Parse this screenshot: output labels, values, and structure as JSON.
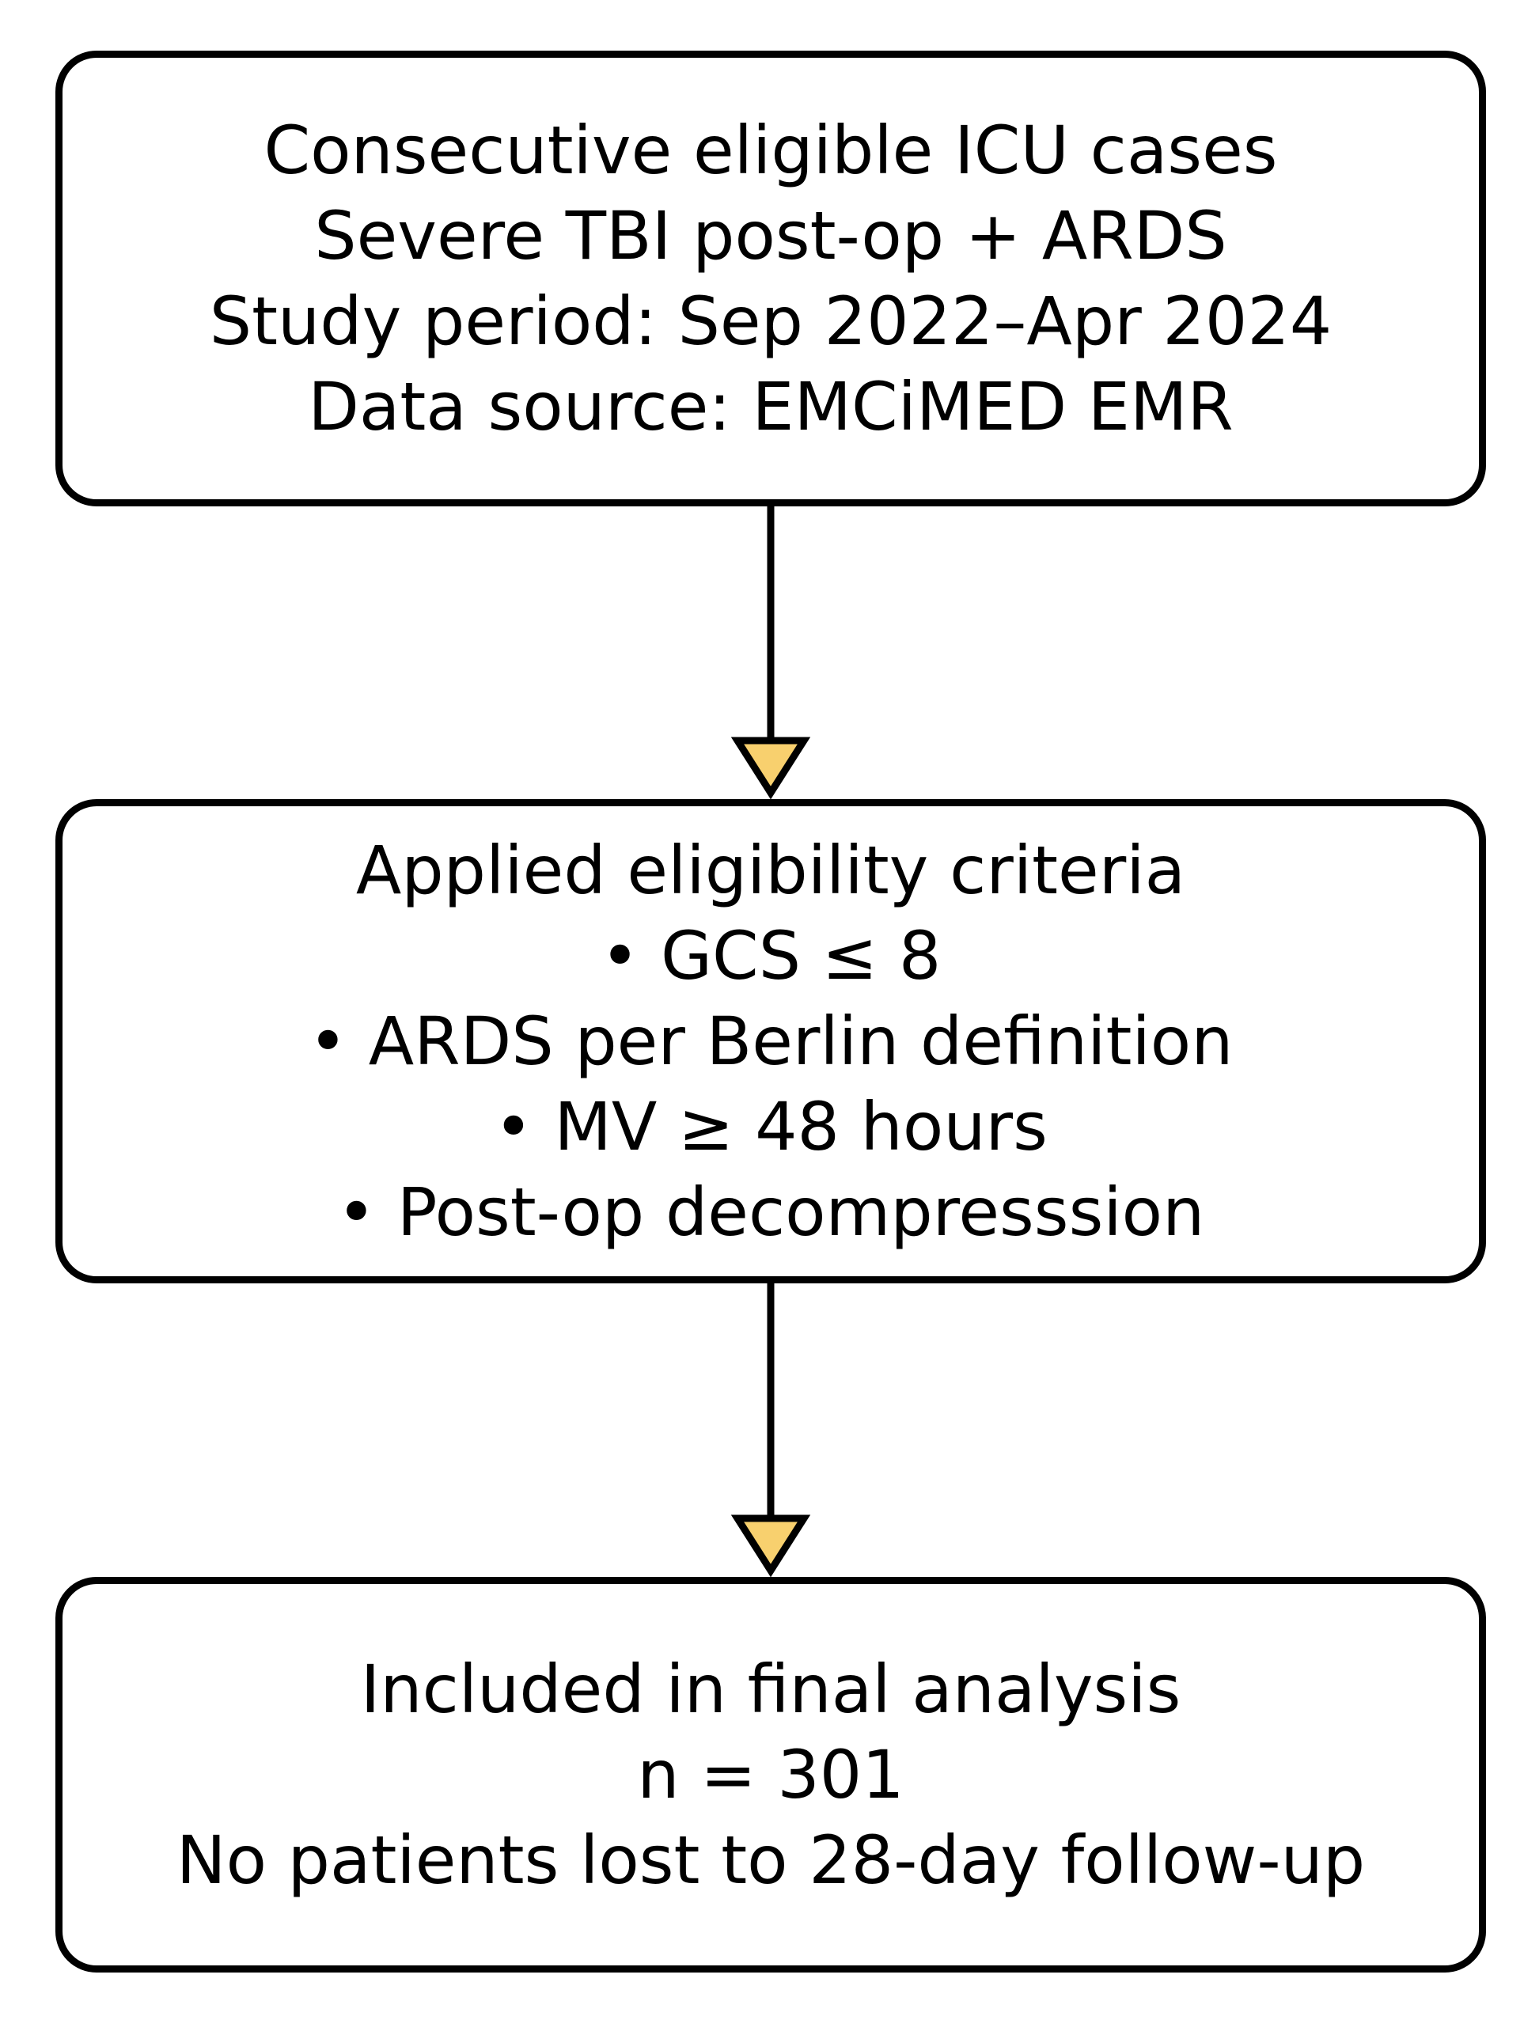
{
  "figure": {
    "background_color": "#FFFFFF",
    "box_border_color": "#000000",
    "text_color": "#000000",
    "arrow_line_color": "#000000",
    "arrowhead_fill": "#F8D06E",
    "boxes": [
      {
        "role": "source-population",
        "lines": [
          "Consecutive eligible ICU cases",
          "Severe TBI post-op + ARDS",
          "Study period: Sep 2022–Apr 2024",
          "Data source: EMCiMED EMR"
        ]
      },
      {
        "role": "eligibility-criteria",
        "lines": [
          "Applied eligibility criteria",
          "• GCS ≤ 8",
          "• ARDS per Berlin definition",
          "• MV ≥ 48 hours",
          "• Post-op decompresssion"
        ]
      },
      {
        "role": "final-analysis",
        "lines": [
          "Included in final analysis",
          "n = 301",
          "No patients lost to 28-day follow-up"
        ]
      }
    ]
  }
}
